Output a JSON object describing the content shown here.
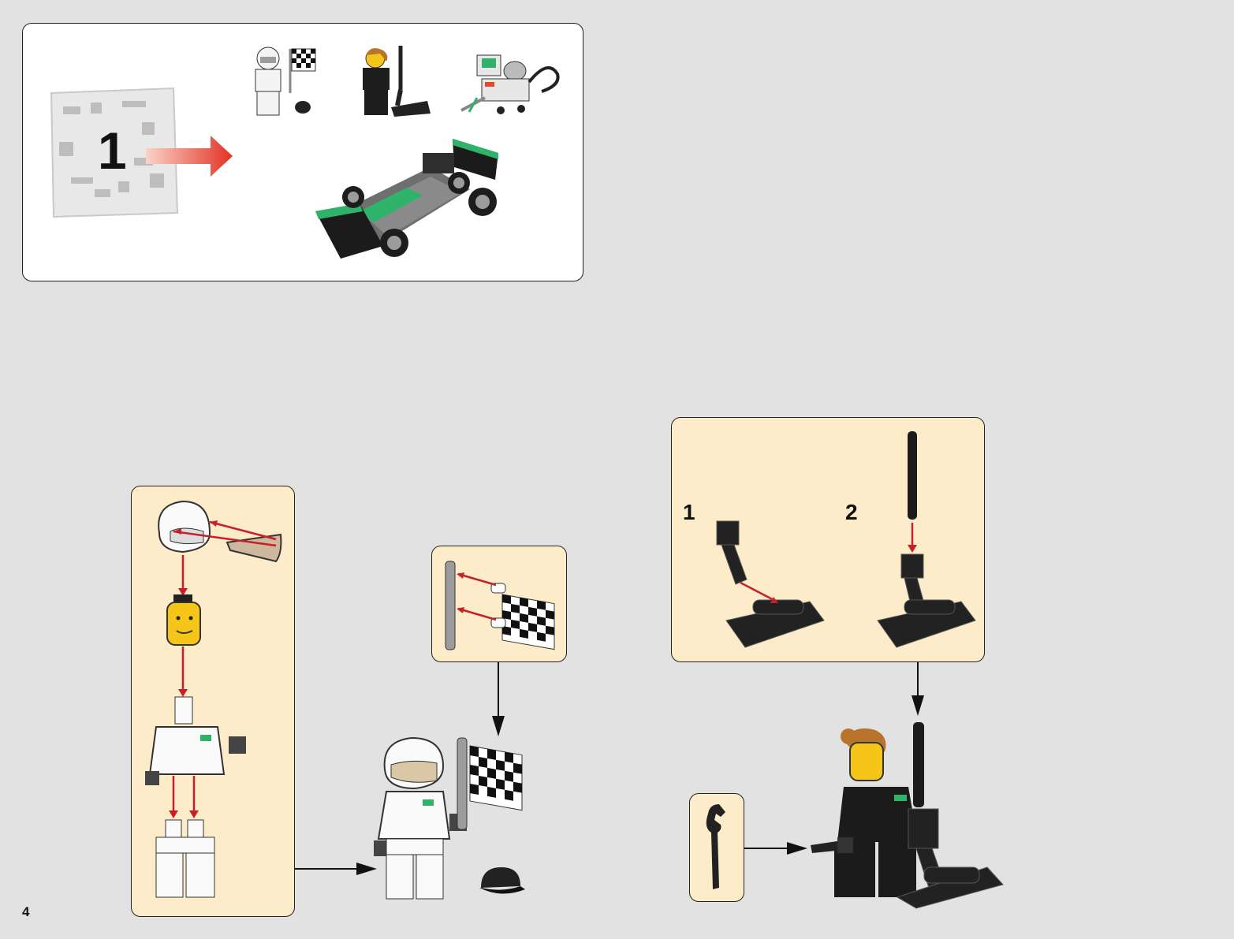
{
  "page": {
    "number": "4"
  },
  "contents_panel": {
    "bag_number": "1",
    "items": [
      "driver-minifigure-with-flag",
      "mechanic-minifigure-with-stand",
      "pit-equipment-cart",
      "green-race-car"
    ]
  },
  "step_driver": {
    "parts": [
      "helmet",
      "visor",
      "yellow-head",
      "white-torso",
      "white-legs"
    ],
    "flag_parts": [
      "grey-pole",
      "checkered-flag"
    ],
    "result": [
      "assembled-driver",
      "black-cap"
    ]
  },
  "step_mechanic": {
    "substep_1": "1",
    "substep_2": "2",
    "tool": "wrench",
    "result": "assembled-mechanic-with-stand"
  },
  "colors": {
    "background": "#e2e2e2",
    "callout": "#fdecc9",
    "arrow_red": "#c8202a",
    "car_green": "#2fb36b"
  }
}
